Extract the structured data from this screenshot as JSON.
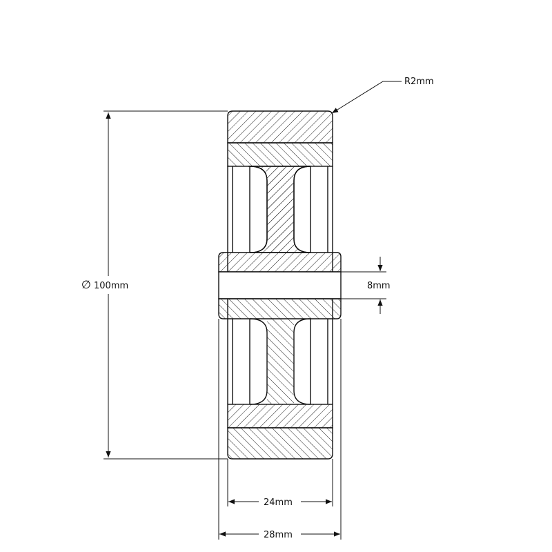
{
  "colors": {
    "line": "#111111",
    "hatch": "#222222",
    "background": "#ffffff"
  },
  "labels": {
    "radius": "R2mm",
    "diameter_symbol": "∅",
    "diameter": "100mm",
    "bore": "8mm",
    "inner_width": "24mm",
    "outer_width": "28mm"
  }
}
